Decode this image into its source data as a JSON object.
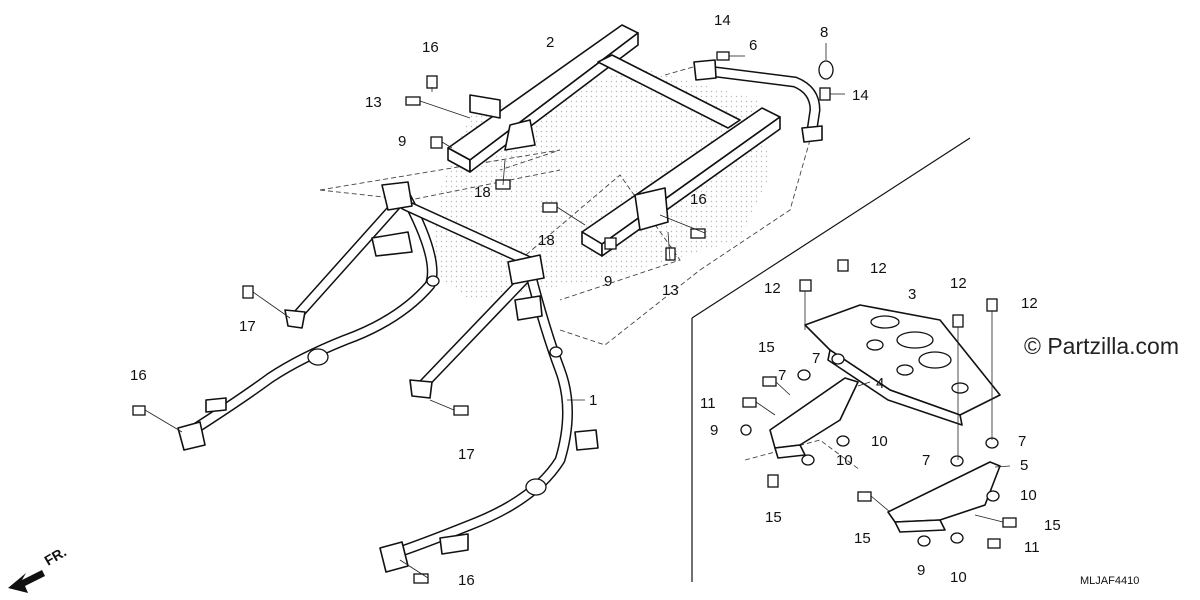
{
  "callouts": {
    "c1": "1",
    "c2": "2",
    "c3": "3",
    "c4": "4",
    "c5": "5",
    "c6": "6",
    "c7a": "7",
    "c7b": "7",
    "c7c": "7",
    "c7d": "7",
    "c8": "8",
    "c9a": "9",
    "c9b": "9",
    "c9c": "9",
    "c9d": "9",
    "c10a": "10",
    "c10b": "10",
    "c10c": "10",
    "c10d": "10",
    "c11a": "11",
    "c11b": "11",
    "c12a": "12",
    "c12b": "12",
    "c12c": "12",
    "c12d": "12",
    "c13a": "13",
    "c13b": "13",
    "c14a": "14",
    "c14b": "14",
    "c15a": "15",
    "c15b": "15",
    "c15c": "15",
    "c15d": "15",
    "c16a": "16",
    "c16b": "16",
    "c16c": "16",
    "c16d": "16",
    "c17a": "17",
    "c17b": "17",
    "c18a": "18",
    "c18b": "18"
  },
  "watermark": "© Partzilla.com",
  "direction_label": "FR.",
  "diagram_code": "MLJAF4410",
  "colors": {
    "line": "#111111",
    "background": "#ffffff",
    "shade": "#c8c8c8"
  },
  "icons": {
    "direction": "front-direction-arrow-icon"
  }
}
